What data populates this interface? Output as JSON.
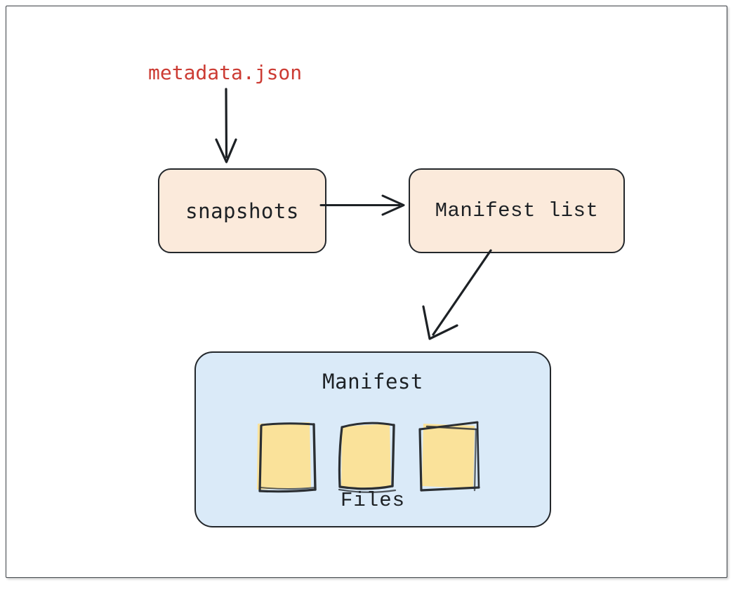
{
  "diagram": {
    "title_label": "metadata.json",
    "nodes": {
      "snapshots": {
        "label": "snapshots",
        "fill": "#fbeadb",
        "stroke": "#23272b"
      },
      "manifest_list": {
        "label": "Manifest list",
        "fill": "#fbeadb",
        "stroke": "#23272b"
      },
      "manifest": {
        "title": "Manifest",
        "files_label": "Files",
        "fill": "#daeaf8",
        "stroke": "#23272b",
        "files": [
          {
            "name": "file-1",
            "fill": "#fae29a"
          },
          {
            "name": "file-2",
            "fill": "#fae29a"
          },
          {
            "name": "file-3",
            "fill": "#fae29a"
          }
        ]
      }
    },
    "edges": [
      {
        "name": "metadata-to-snapshots",
        "from": "metadata.json",
        "to": "snapshots",
        "direction": "down"
      },
      {
        "name": "snapshots-to-manifest-list",
        "from": "snapshots",
        "to": "Manifest list",
        "direction": "right"
      },
      {
        "name": "manifest-list-to-manifest",
        "from": "Manifest list",
        "to": "Manifest",
        "direction": "down-left"
      }
    ],
    "colors": {
      "accent_red": "#cc3b33",
      "node_cream": "#fbeadb",
      "node_blue": "#daeaf8",
      "file_yellow": "#fae29a",
      "stroke_dark": "#23272b",
      "background": "#ffffff"
    }
  }
}
